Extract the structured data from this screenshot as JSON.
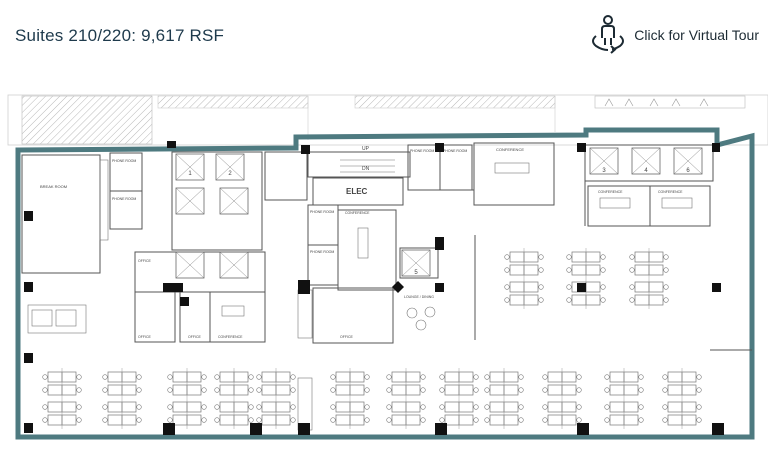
{
  "header": {
    "title": "Suites 210/220: 9,617 RSF",
    "tour_label": "Click for Virtual Tour",
    "tour_icon": "virtual-tour-icon"
  },
  "plan": {
    "outline_color": "#4e7a80",
    "column_color": "#111111",
    "room_labels": {
      "elec": "ELEC",
      "conference_top": "CONFERENCE",
      "conference_right_a": "CONFERENCE",
      "conference_right_b": "CONFERENCE",
      "conference_mid": "CONFERENCE",
      "conference_low": "CONFERENCE",
      "office_a": "OFFICE",
      "office_b": "OFFICE",
      "office_c": "OFFICE",
      "office_d": "OFFICE",
      "phone_a": "PHONE ROOM",
      "phone_b": "PHONE ROOM",
      "phone_c": "PHONE ROOM",
      "phone_d": "PHONE ROOM",
      "phone_e": "PHONE ROOM",
      "phone_f": "PHONE ROOM",
      "lounge": "LOUNGE / DINING",
      "break_room": "BREAK ROOM",
      "stairs_up": "UP",
      "stairs_dn": "DN"
    },
    "elevator_numbers": [
      "1",
      "2",
      "3",
      "4",
      "5",
      "6"
    ]
  }
}
